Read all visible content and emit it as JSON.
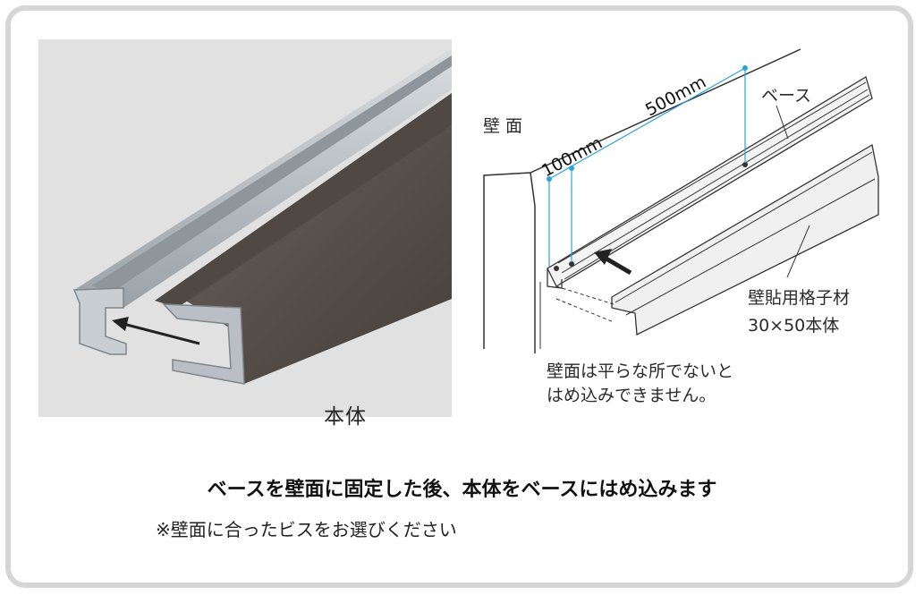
{
  "photo": {
    "label": "本体"
  },
  "diagram": {
    "wall_label": "壁面",
    "base_label": "ベース",
    "dim_100": "100mm",
    "dim_500": "500mm",
    "material_line1": "壁貼用格子材",
    "material_line2": "30×50本体",
    "note_line1": "壁面は平らな所でないと",
    "note_line2": "はめ込みできません。"
  },
  "caption": "ベースを壁面に固定した後、本体をベースにはめ込みます",
  "subcaption": "※壁面に合ったビスをお選びください",
  "colors": {
    "dimension_line": "#2aa3dc",
    "frame": "#d6d6d6",
    "photo_bg": "#e1e1e2"
  }
}
